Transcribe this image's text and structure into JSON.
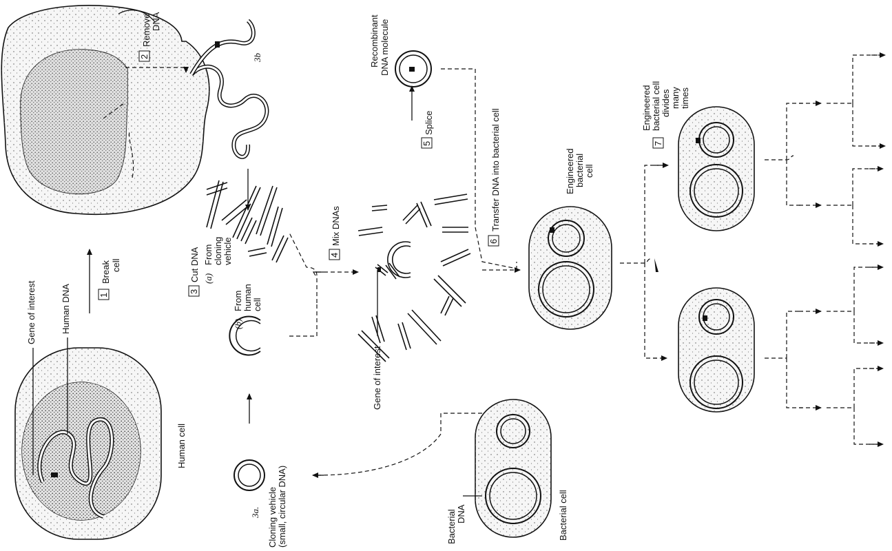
{
  "labels": {
    "gene_of_interest_top": "Gene of interest",
    "human_dna": "Human DNA",
    "human_cell": "Human cell",
    "step1_num": "1",
    "step1_text_a": "Break",
    "step1_text_b": "cell",
    "step2_num": "2",
    "step2_text_a": "Remove",
    "step2_text_b": "DNA",
    "tag_3b": "3b",
    "step3_num": "3",
    "step3_text": "Cut DNA",
    "cut_a_mark": "(a)",
    "cut_a_line1": "From",
    "cut_a_line2": "cloning",
    "cut_a_line3": "vehicle",
    "cut_b_mark": "(b)",
    "cut_b_line1": "From",
    "cut_b_line2": "human",
    "cut_b_line3": "cell",
    "step4_num": "4",
    "step4_text": "Mix DNAs",
    "gene_of_interest_mid": "Gene of interest",
    "step5_num": "5",
    "step5_text": "Splice",
    "recombinant_line1": "Recombinant",
    "recombinant_line2": "DNA molecule",
    "step6_num": "6",
    "step6_text": "Transfer DNA into bacterial cell",
    "engineered_line1": "Engineered",
    "engineered_line2": "bacterial",
    "engineered_line3": "cell",
    "step7_num": "7",
    "step7_line1": "Engineered",
    "step7_line2": "bacterial cell",
    "step7_line3": "divides",
    "step7_line4": "many",
    "step7_line5": "times",
    "tag_3a": "3a.",
    "cloning_line1": "Cloning vehicle",
    "cloning_line2": "(small, circular DNA)",
    "bacterial_dna_line1": "Bacterial",
    "bacterial_dna_line2": "DNA",
    "bacterial_cell": "Bacterial cell"
  }
}
